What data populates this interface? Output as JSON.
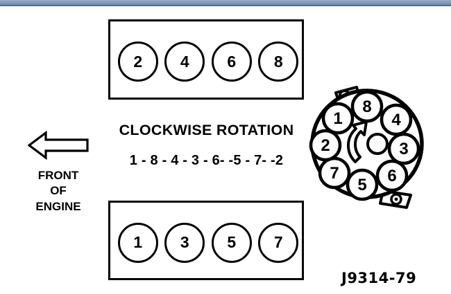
{
  "page": {
    "background_color": "#ffffff",
    "ink_color": "#000000"
  },
  "top_bar": {
    "name": "window-chrome-bar",
    "color_top": "#9aaec6",
    "color_bottom": "#414d60"
  },
  "banks": {
    "top": {
      "label": "top-cylinder-bank",
      "cylinders": [
        "2",
        "4",
        "6",
        "8"
      ]
    },
    "bottom": {
      "label": "bottom-cylinder-bank",
      "cylinders": [
        "1",
        "3",
        "5",
        "7"
      ]
    }
  },
  "labels": {
    "rotation": "CLOCKWISE ROTATION",
    "firing_order": "1 - 8 - 4 - 3 - 6- -5 - 7- -2",
    "front_line1": "FRONT",
    "front_line2": "OF",
    "front_line3": "ENGINE",
    "diagram_code": "J9314-79"
  },
  "front_arrow": {
    "name": "front-of-engine-arrow",
    "direction": "left",
    "style": "hollow-outline"
  },
  "distributor": {
    "name": "distributor-cap",
    "rotation_direction": "clockwise",
    "center_terminal": "rotor-post",
    "mounting_tabs": [
      "top-left-tab",
      "bottom-right-tab"
    ],
    "terminals": [
      {
        "number": "8",
        "angle_deg": -90,
        "position": "top"
      },
      {
        "number": "4",
        "angle_deg": -45,
        "position": "upper-right"
      },
      {
        "number": "3",
        "angle_deg": 0,
        "position": "right"
      },
      {
        "number": "6",
        "angle_deg": 45,
        "position": "lower-right"
      },
      {
        "number": "5",
        "angle_deg": 90,
        "position": "bottom"
      },
      {
        "number": "7",
        "angle_deg": 135,
        "position": "lower-left"
      },
      {
        "number": "2",
        "angle_deg": 180,
        "position": "left"
      },
      {
        "number": "1",
        "angle_deg": 225,
        "position": "upper-left"
      }
    ]
  }
}
